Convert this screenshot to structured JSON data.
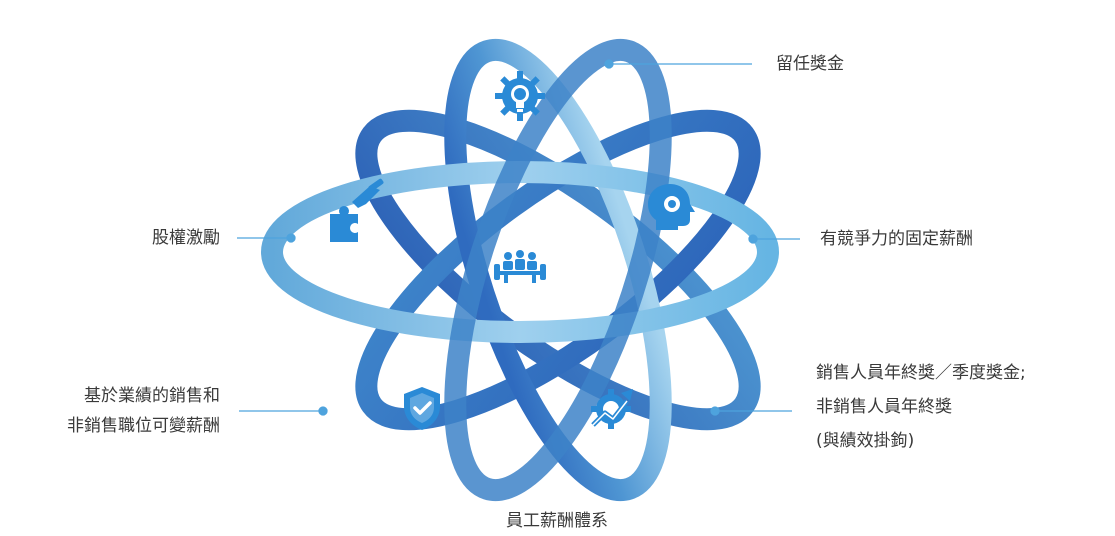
{
  "labels": {
    "retention": "留任獎金",
    "equity": "股權激勵",
    "fixed": "有競爭力的固定薪酬",
    "variable_line1": "基於業績的銷售和",
    "variable_line2": "非銷售職位可變薪酬",
    "annual_line1": "銷售人員年終獎／季度獎金;",
    "annual_line2": "非銷售人員年終獎",
    "annual_line3": "(與績效掛鉤)"
  },
  "caption": "員工薪酬體系",
  "colors": {
    "light": "#a9d6ee",
    "mid": "#5aa4d8",
    "dark": "#2f6fc0",
    "icon": "#2a8ad6",
    "connector": "#4ea3dd"
  },
  "icons": [
    "lightbulb-gear-icon",
    "puzzle-hand-icon",
    "head-gear-icon",
    "team-meeting-icon",
    "shield-check-icon",
    "gear-growth-icon"
  ]
}
